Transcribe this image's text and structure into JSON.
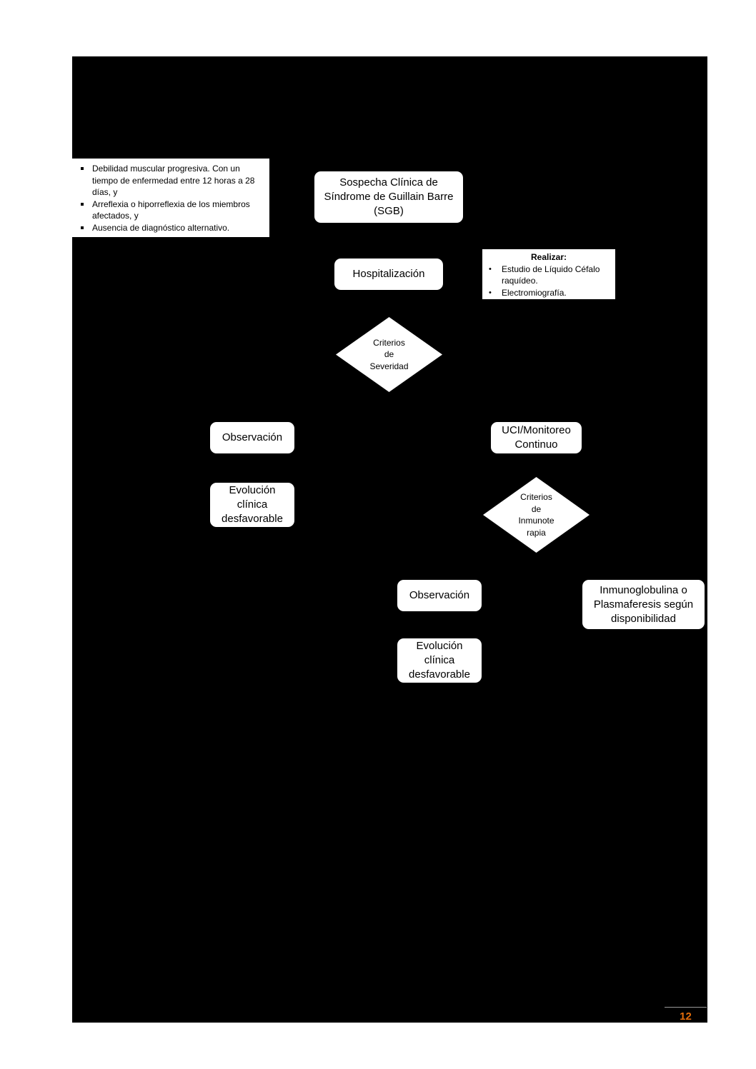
{
  "criteria_box": {
    "items": [
      "Debilidad muscular progresiva. Con un tiempo de enfermedad entre 12 horas a 28 días, y",
      "Arreflexia o hiporreflexia de los miembros afectados, y",
      "Ausencia de diagnóstico alternativo."
    ]
  },
  "nodes": {
    "suspicion": "Sospecha Clínica de\nSíndrome de Guillain Barre\n(SGB)",
    "hospitalization": "Hospitalización",
    "observation_left": "Observación",
    "evolution_left": "Evolución\nclínica\ndesfavorable",
    "icu": "UCI/Monitoreo\nContinuo",
    "observation_right": "Observación",
    "evolution_right": "Evolución\nclínica\ndesfavorable",
    "treatment": "Inmunoglobulina o\nPlasmaferesis según\ndisponibilidad"
  },
  "decisions": {
    "severity": "Criterios\nde\nSeveridad",
    "immunotherapy": "Criterios\nde\nInmunote\nrapia"
  },
  "perform_box": {
    "title": "Realizar:",
    "items": [
      "Estudio de Líquido Céfalo raquídeo.",
      "Electromiografía."
    ]
  },
  "page": {
    "number": "12",
    "accent_color": "#e36c0a",
    "background_color": "#000000"
  }
}
